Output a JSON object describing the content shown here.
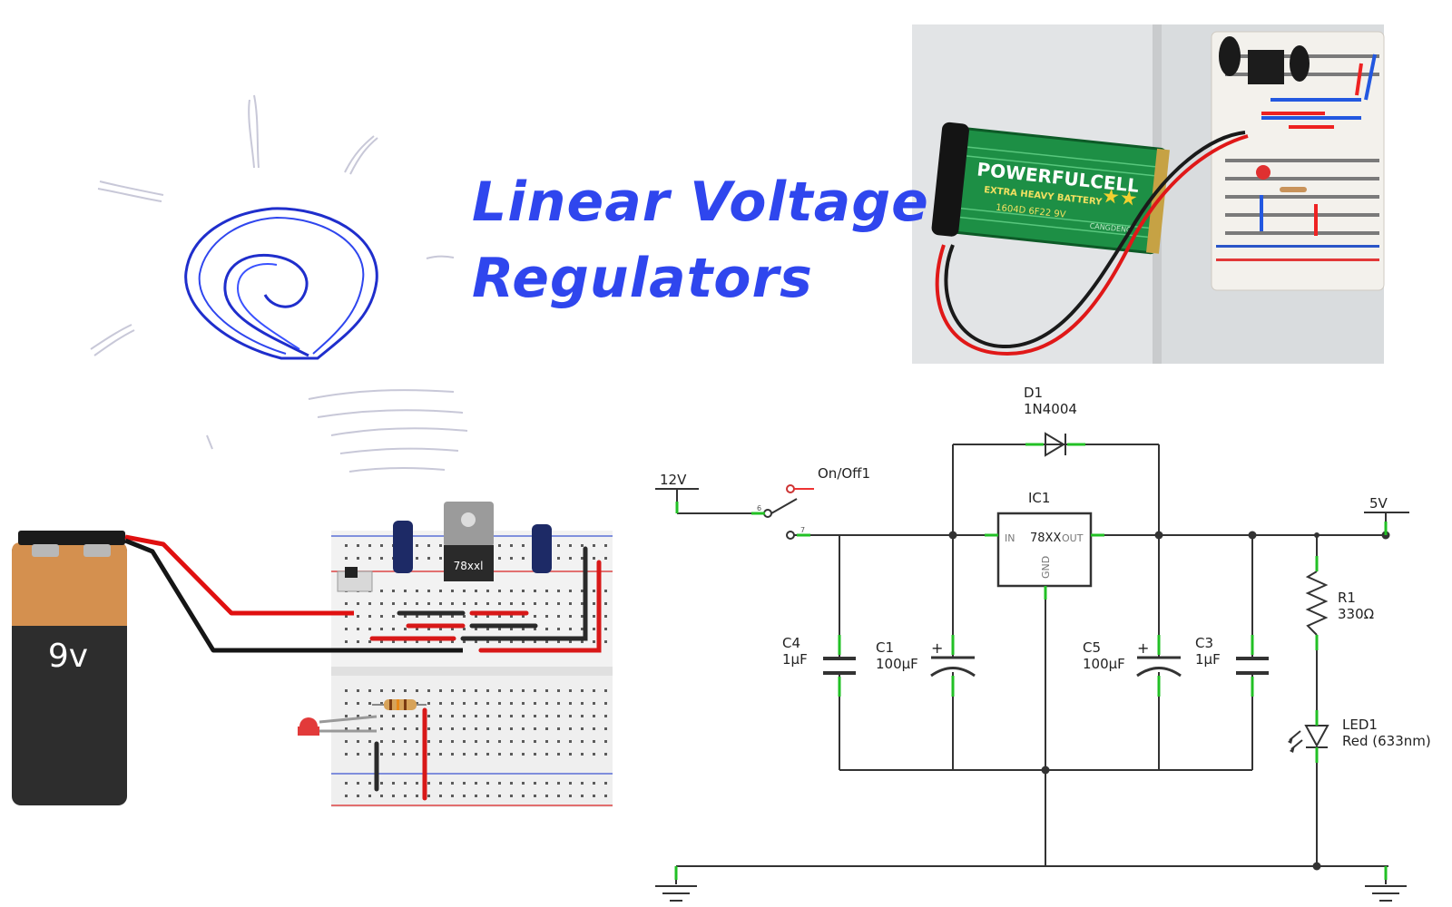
{
  "title": {
    "line1": "Linear Voltage",
    "line2": "Regulators"
  },
  "photo": {
    "battery_brand": "POWERFULCELL",
    "battery_subtitle": "EXTRA HEAVY BATTERY",
    "battery_model": "1604D 6F22 9V",
    "battery_maker": "CANGDENG"
  },
  "breadboard": {
    "battery_label": "9v",
    "regulator_label": "78xxl"
  },
  "schematic": {
    "input_label": "12V",
    "switch_label": "On/Off1",
    "switch_pins": [
      "6",
      "7"
    ],
    "diode_ref": "D1",
    "diode_part": "1N4004",
    "ic_ref": "IC1",
    "ic_part": "78XX",
    "ic_in": "IN",
    "ic_out": "OUT",
    "ic_gnd": "GND",
    "output_label": "5V",
    "c4_ref": "C4",
    "c4_val": "1µF",
    "c1_ref": "C1",
    "c1_val": "100µF",
    "c5_ref": "C5",
    "c5_val": "100µF",
    "c3_ref": "C3",
    "c3_val": "1µF",
    "r1_ref": "R1",
    "r1_val": "330Ω",
    "led_ref": "LED1",
    "led_val": "Red (633nm)",
    "plus": "+"
  },
  "colors": {
    "title_blue": "#2f46ee",
    "pin_green": "#22c025",
    "wire": "#333333",
    "wire_red": "#e01010"
  }
}
